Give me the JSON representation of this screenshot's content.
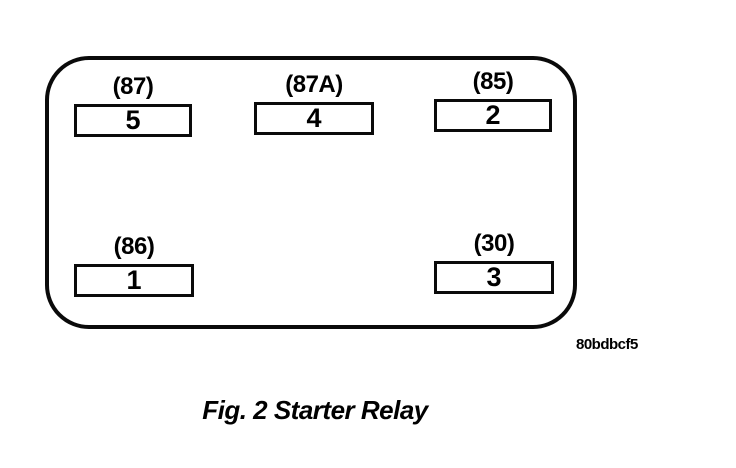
{
  "diagram": {
    "pins": [
      {
        "terminal": "(87)",
        "number": "5"
      },
      {
        "terminal": "(87A)",
        "number": "4"
      },
      {
        "terminal": "(85)",
        "number": "2"
      },
      {
        "terminal": "(86)",
        "number": "1"
      },
      {
        "terminal": "(30)",
        "number": "3"
      }
    ],
    "image_code": "80bdbcf5",
    "caption": "Fig. 2 Starter Relay"
  },
  "colors": {
    "line": "#0a0a0a",
    "background": "#ffffff"
  }
}
